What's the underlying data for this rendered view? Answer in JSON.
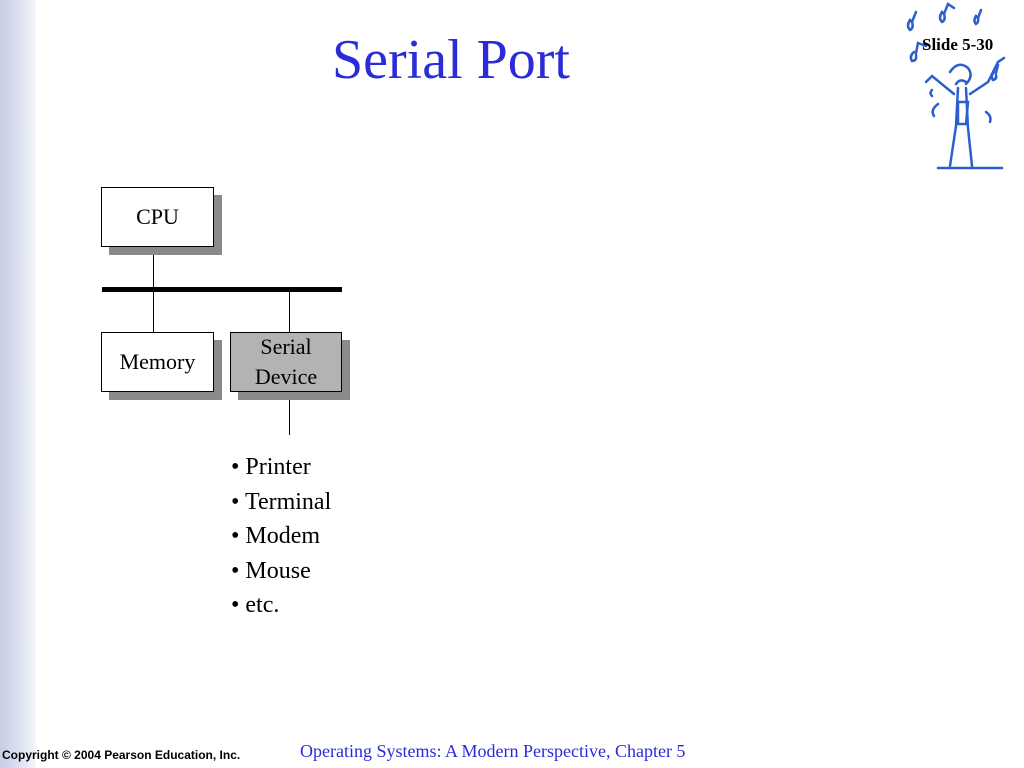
{
  "slide": {
    "title": "Serial Port",
    "slide_number": "Slide 5-30"
  },
  "diagram": {
    "cpu_label": "CPU",
    "memory_label": "Memory",
    "serial_device_label_1": "Serial",
    "serial_device_label_2": "Device"
  },
  "bullets": [
    "• Printer",
    "• Terminal",
    "• Modem",
    "• Mouse",
    "• etc."
  ],
  "footer": {
    "copyright": "Copyright © 2004 Pearson Education, Inc.",
    "book": "Operating Systems: A Modern Perspective, Chapter 5"
  },
  "colors": {
    "title": "#2b2bd9",
    "serial_device_fill": "#b3b3b3",
    "shadow": "#8a8a8a",
    "left_band": "#c7cfe6"
  },
  "icons": {
    "logo": "conductor-music-logo"
  }
}
